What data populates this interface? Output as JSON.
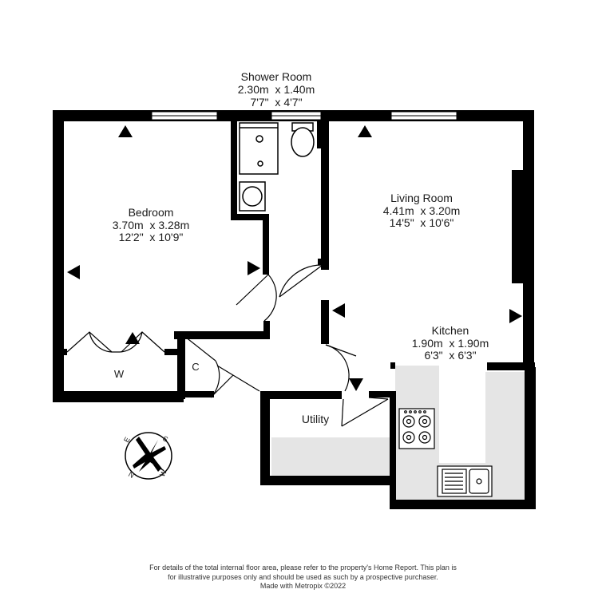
{
  "rooms": {
    "shower_room": {
      "name": "Shower Room",
      "metric": "2.30m  x 1.40m",
      "imperial": "7'7\"  x 4'7\""
    },
    "bedroom": {
      "name": "Bedroom",
      "metric": "3.70m  x 3.28m",
      "imperial": "12'2\"  x 10'9\""
    },
    "living_room": {
      "name": "Living Room",
      "metric": "4.41m  x 3.20m",
      "imperial": "14'5\"  x 10'6\""
    },
    "kitchen": {
      "name": "Kitchen",
      "metric": "1.90m  x 1.90m",
      "imperial": "6'3\"  x 6'3\""
    },
    "utility": {
      "name": "Utility"
    },
    "wardrobe": {
      "name": "W"
    },
    "cupboard": {
      "name": "C"
    }
  },
  "compass": {
    "letters": [
      "S",
      "E",
      "N",
      "W"
    ]
  },
  "disclaimer": {
    "line1": "For details of the total internal floor area, please refer to the property's Home Report. This plan is",
    "line2": "for illustrative purposes only and should be used as such by a prospective purchaser.",
    "line3": "Made with Metropix ©2022"
  },
  "colors": {
    "wall": "#000000",
    "counter": "#e5e5e5",
    "window": "#ffffff"
  }
}
